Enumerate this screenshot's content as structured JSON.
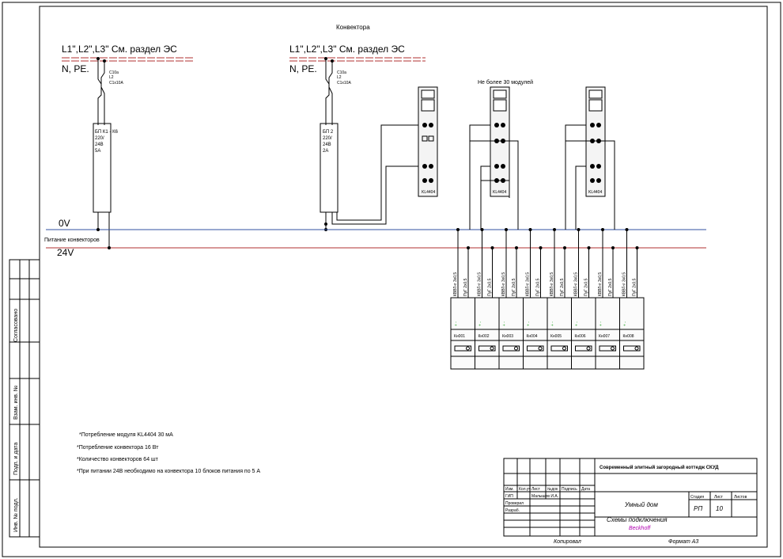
{
  "sheet": {
    "title": "Конвектора",
    "supply_label_1": "L1\",L2\",L3\" См. раздел ЭС",
    "supply_label_2": "L1\",L2\",L3\" См. раздел ЭС",
    "npe_label_1": "N, PE.",
    "npe_label_2": "N, PE.",
    "breaker_1": [
      "С10а",
      "L2",
      "С1х10А"
    ],
    "breaker_2": [
      "С10а",
      "L2",
      "С1х10А"
    ],
    "psu_1": [
      "БП К1 - К6",
      "220/",
      "24В",
      "5А"
    ],
    "psu_2": [
      "БП 2",
      "220/",
      "24В",
      "2А"
    ],
    "bus_0v": "0V",
    "bus_24v": "24V",
    "power_caption": "Питание конвекторов",
    "modules_caption": "Не более 30 модулей",
    "module_codes": [
      "KL4404",
      "KL4404",
      "KL4404"
    ],
    "cable_a": "КВВГнг 3х0,5",
    "cable_b": "ПуГ 2х0,5",
    "convectors": [
      "Кн001",
      "Кн002",
      "Кн003",
      "Кн004",
      "Кн005",
      "Кн006",
      "Кн007",
      "Кн008"
    ],
    "notes": [
      "*Потребление модуля   KL4404    30 мА",
      "*Потребление конвектора 16 Вт",
      "*Количество конвекторов 64 шт",
      "*При питании 24В необходимо на конвектора 10 блоков питания по 5 А"
    ],
    "side_labels": [
      "Согласовано",
      "Взам. инв. №",
      "Подп. и дата",
      "Инв. № подл."
    ]
  },
  "title_block": {
    "project": "Современный элитный загородный коттедж    СКУД",
    "row_headers": [
      "Изм.",
      "Кол.уч",
      "Лист",
      "№док",
      "Подпись",
      "Дата"
    ],
    "roles": [
      "ГИП",
      "Проверил",
      "Разраб."
    ],
    "engineer": "Малышев И.А.",
    "system": "Умный дом",
    "sheet_name": "Схемы подключения",
    "vendor": "Beckhoff",
    "stage_header": "Стадия",
    "sheet_header": "Лист",
    "sheets_header": "Листов",
    "stage": "РП",
    "sheet_no": "10",
    "copied": "Копировал",
    "format": "Формат А3"
  },
  "colors": {
    "phase_red": "#b03030",
    "bus_blue": "#3050a0",
    "green_text": "#20a020",
    "vendor_magenta": "#b000b0"
  }
}
